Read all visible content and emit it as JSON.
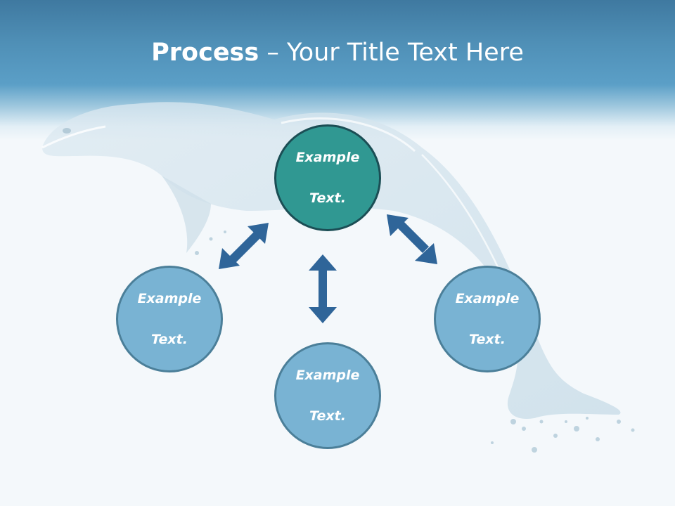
{
  "title": {
    "bold": "Process",
    "rest": " – Your Title Text Here"
  },
  "circles": {
    "top": {
      "line1": "Example",
      "line2": "Text."
    },
    "left": {
      "line1": "Example",
      "line2": "Text."
    },
    "bottom": {
      "line1": "Example",
      "line2": "Text."
    },
    "right": {
      "line1": "Example",
      "line2": "Text."
    }
  },
  "colors": {
    "header": "#5b9fc7",
    "circle_top": "#309892",
    "circle_blue": "#79b3d3",
    "arrow": "#2f6599"
  },
  "background_image": "water-dolphin"
}
